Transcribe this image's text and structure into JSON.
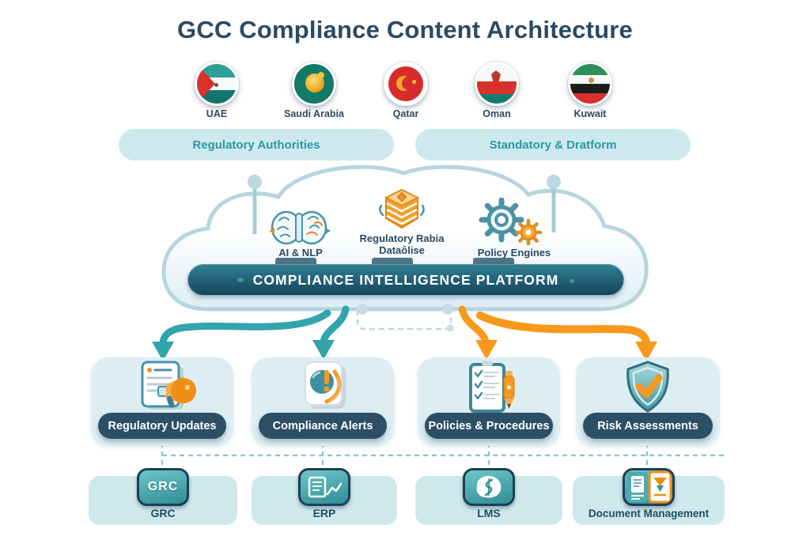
{
  "title": "GCC Compliance Content Architecture",
  "countries": [
    {
      "name": "UAE"
    },
    {
      "name": "Saudi Arabia"
    },
    {
      "name": "Qatar"
    },
    {
      "name": "Oman"
    },
    {
      "name": "Kuwait"
    }
  ],
  "banners": {
    "left": "Regulatory Authorities",
    "right": "Standatory & Dratform"
  },
  "cloud": {
    "ai_label": "AI & NLP",
    "db_label_line1": "Regulatory Rabia",
    "db_label_line2": "Dataôlise",
    "policy_label": "Policy Engines",
    "platform_label": "COMPLIANCE INTELLIGENCE PLATFORM",
    "icons": [
      "brain-icon",
      "database-icon",
      "gears-icon"
    ]
  },
  "outputs": [
    {
      "label": "Regulatory Updates",
      "icon": "document-megaphone-icon",
      "arrow_color": "#31a4ae"
    },
    {
      "label": "Compliance Alerts",
      "icon": "alert-document-icon",
      "arrow_color": "#31a4ae"
    },
    {
      "label": "Policies & Procedures",
      "icon": "checklist-pen-icon",
      "arrow_color": "#f8981d"
    },
    {
      "label": "Risk Assessments",
      "icon": "shield-check-icon",
      "arrow_color": "#f8981d"
    }
  ],
  "systems": [
    {
      "badge_text": "GRC",
      "label": "GRC"
    },
    {
      "label": "ERP",
      "icon": "erp-report-icon"
    },
    {
      "label": "LMS",
      "icon": "lms-learning-icon"
    },
    {
      "label": "Document Management",
      "icon": "documents-icon"
    }
  ],
  "colors": {
    "dark_navy": "#2b4a63",
    "teal_arrow": "#31a4ae",
    "orange_arrow": "#f8981d",
    "pill_dark": "#2d4f66",
    "banner_bg": "#cde9ee",
    "output_box_bg": "#ddeef3",
    "system_box_bg": "#cfe8ec",
    "badge_teal": "#2e8d95"
  }
}
